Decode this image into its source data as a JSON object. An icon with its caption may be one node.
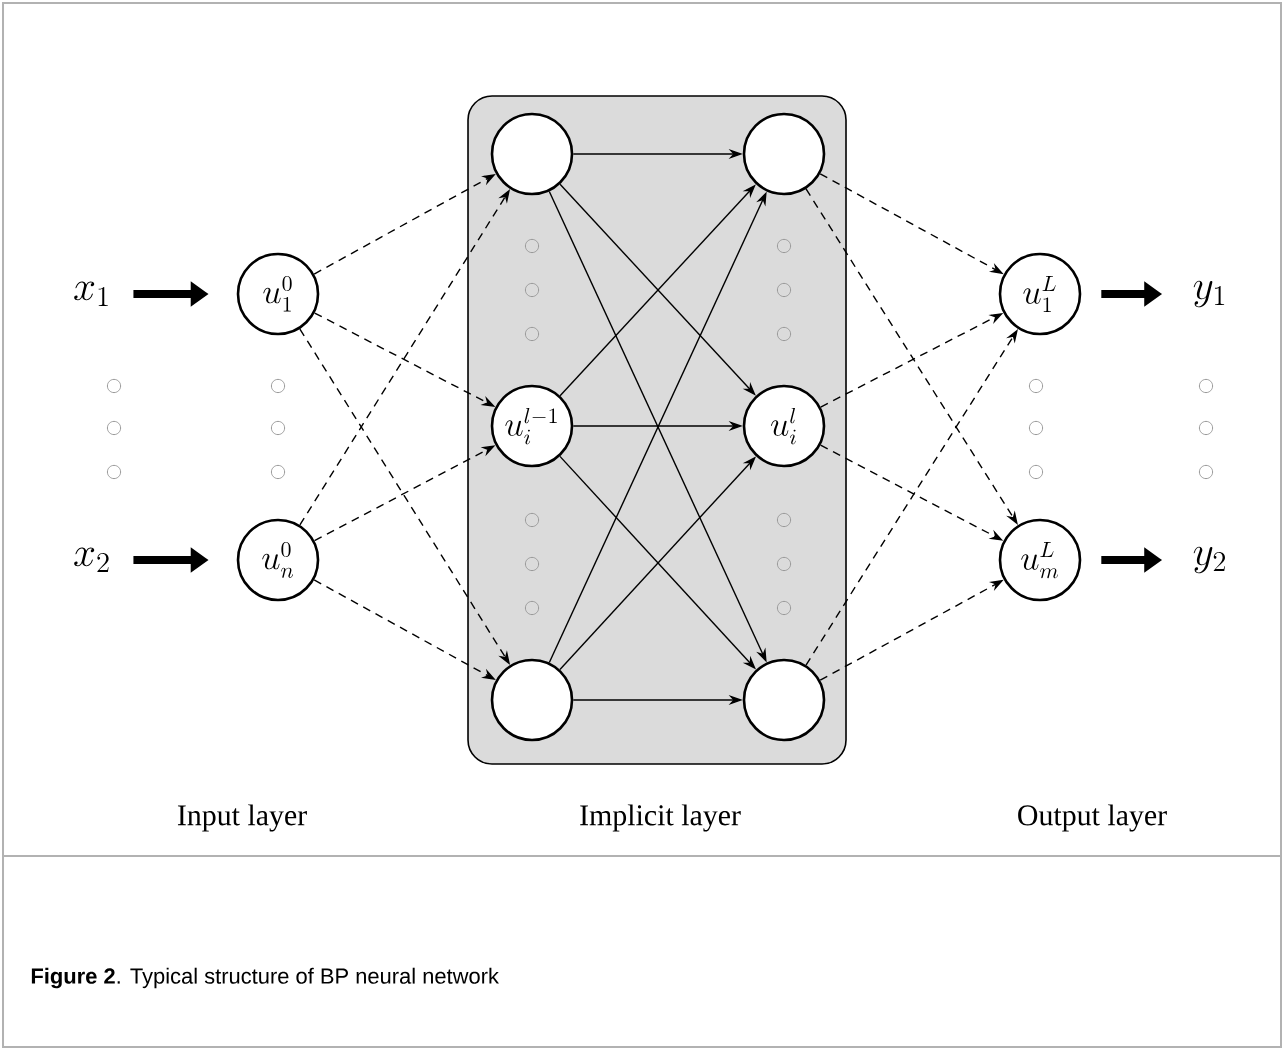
{
  "diagram": {
    "caption": "**Figure 2**. Typical structure of BP neural network",
    "nodes": [
      {
        "text": [],
        "shape": "box"
      },
      {
        "text": [
          "x_1"
        ]
      },
      {
        "text": [
          "x_2"
        ]
      },
      {
        "text": [
          "u_1^0"
        ]
      },
      {
        "text": [
          "u_n^0"
        ]
      },
      {
        "text": [],
        "shape": "circle",
        "in": 0
      },
      {
        "text": [
          "u_i^{l-1}"
        ],
        "in": 0
      },
      {
        "text": [],
        "shape": "circle",
        "in": 0
      },
      {
        "text": [],
        "shape": "circle",
        "in": 0
      },
      {
        "text": [
          "u_i^l"
        ],
        "in": 0
      },
      {
        "text": [],
        "shape": "circle",
        "in": 0
      },
      {
        "text": [
          "u_1^L"
        ]
      },
      {
        "text": [
          "u_m^L"
        ]
      },
      {
        "text": [
          "y_1"
        ]
      },
      {
        "text": [
          "y_2"
        ]
      }
    ],
    "edges": [
      {
        "from": 1,
        "to": 3,
        "arrow": "to",
        "style": "thick"
      },
      {
        "from": 2,
        "to": 4,
        "arrow": "to",
        "style": "thick"
      },
      {
        "from": 3,
        "to": 5,
        "arrow": "to",
        "style": "dashed"
      },
      {
        "from": 3,
        "to": 6,
        "arrow": "to",
        "style": "dashed"
      },
      {
        "from": 3,
        "to": 7,
        "arrow": "to",
        "style": "dashed"
      },
      {
        "from": 4,
        "to": 5,
        "arrow": "to",
        "style": "dashed"
      },
      {
        "from": 4,
        "to": 6,
        "arrow": "to",
        "style": "dashed"
      },
      {
        "from": 4,
        "to": 7,
        "arrow": "to",
        "style": "dashed"
      },
      {
        "from": 5,
        "to": 8,
        "arrow": "to"
      },
      {
        "from": 5,
        "to": 9,
        "arrow": "to"
      },
      {
        "from": 5,
        "to": 10,
        "arrow": "to"
      },
      {
        "from": 6,
        "to": 8,
        "arrow": "to"
      },
      {
        "from": 6,
        "to": 9,
        "arrow": "to"
      },
      {
        "from": 6,
        "to": 10,
        "arrow": "to"
      },
      {
        "from": 7,
        "to": 8,
        "arrow": "to"
      },
      {
        "from": 7,
        "to": 9,
        "arrow": "to"
      },
      {
        "from": 7,
        "to": 10,
        "arrow": "to"
      },
      {
        "from": 8,
        "to": 11,
        "arrow": "to",
        "style": "dashed"
      },
      {
        "from": 8,
        "to": 12,
        "arrow": "to",
        "style": "dashed"
      },
      {
        "from": 9,
        "to": 11,
        "arrow": "to",
        "style": "dashed"
      },
      {
        "from": 9,
        "to": 12,
        "arrow": "to",
        "style": "dashed"
      },
      {
        "from": 10,
        "to": 11,
        "arrow": "to",
        "style": "dashed"
      },
      {
        "from": 10,
        "to": 12,
        "arrow": "to",
        "style": "dashed"
      },
      {
        "from": 11,
        "to": 13,
        "arrow": "to",
        "style": "thick"
      },
      {
        "from": 12,
        "to": 14,
        "arrow": "to",
        "style": "thick"
      }
    ],
    "labels": [
      "Input layer",
      "Implicit layer",
      "Output layer"
    ]
  }
}
